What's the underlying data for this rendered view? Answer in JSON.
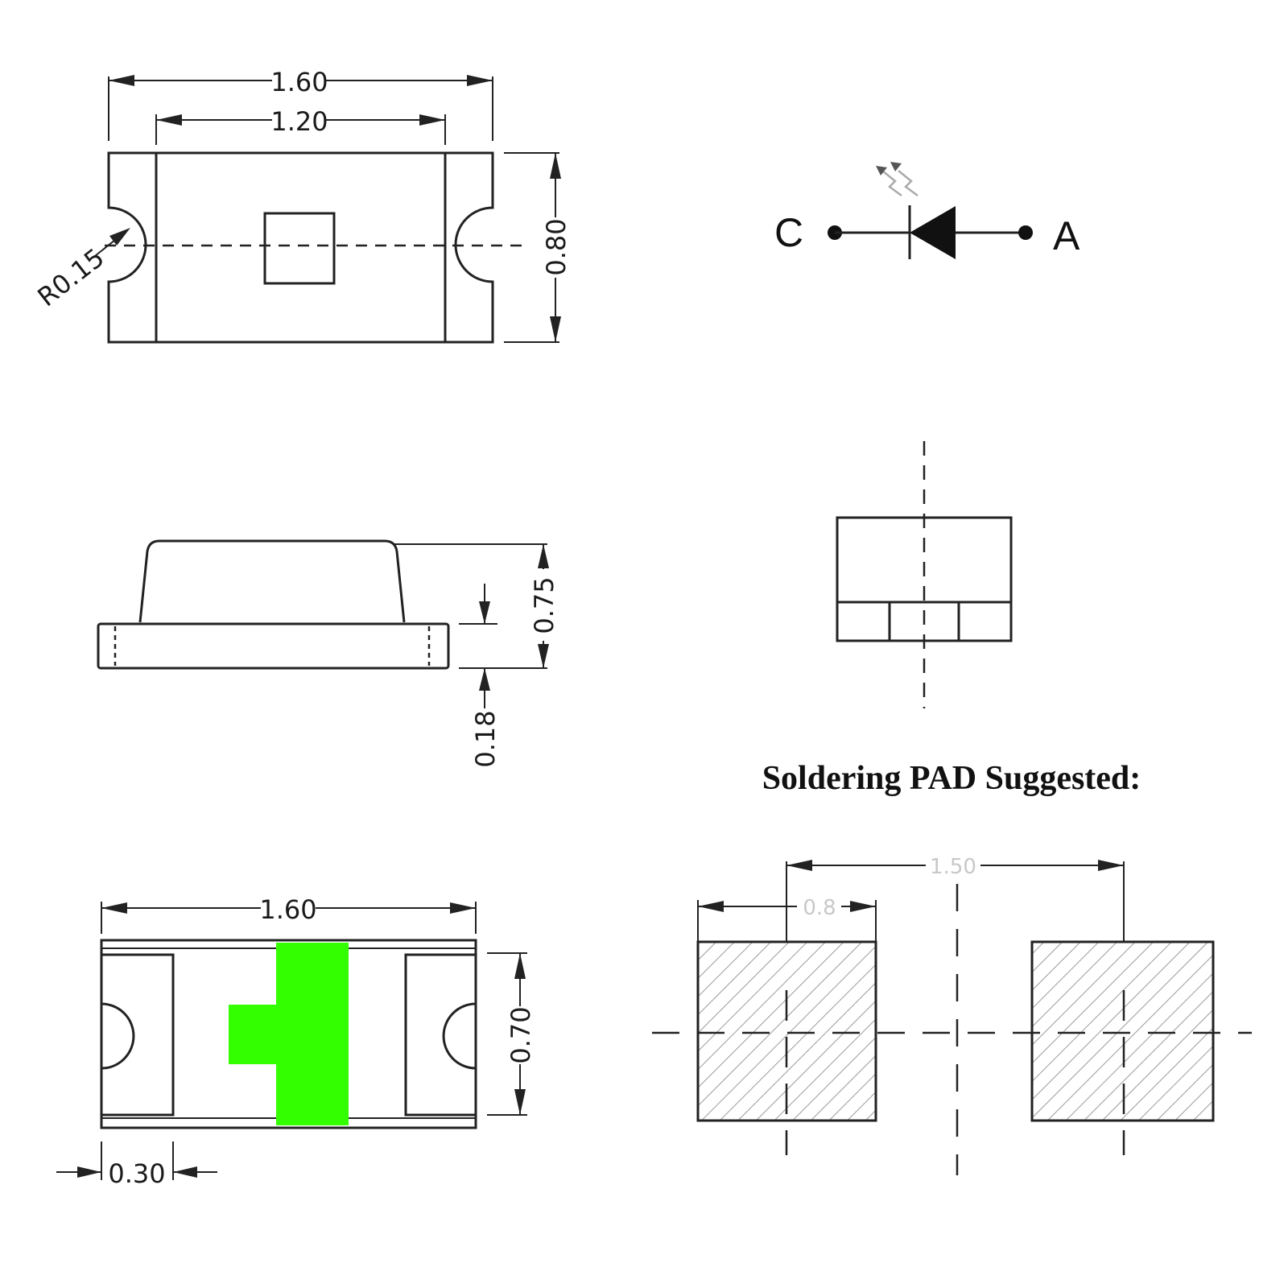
{
  "top_view": {
    "dim_length": "1.60",
    "dim_lens_width": "1.20",
    "dim_height": "0.80",
    "dim_radius": "R0.15"
  },
  "symbol": {
    "cathode_label": "C",
    "anode_label": "A"
  },
  "side_view": {
    "dim_total_height": "0.75",
    "dim_base_height": "0.18"
  },
  "bottom_view": {
    "dim_length": "1.60",
    "dim_width": "0.70",
    "dim_pad": "0.30",
    "polarity_color": "#33ff00"
  },
  "pad": {
    "title": "Soldering PAD Suggested:",
    "dim_pitch": "1.50",
    "dim_pad_width": "0.8"
  }
}
